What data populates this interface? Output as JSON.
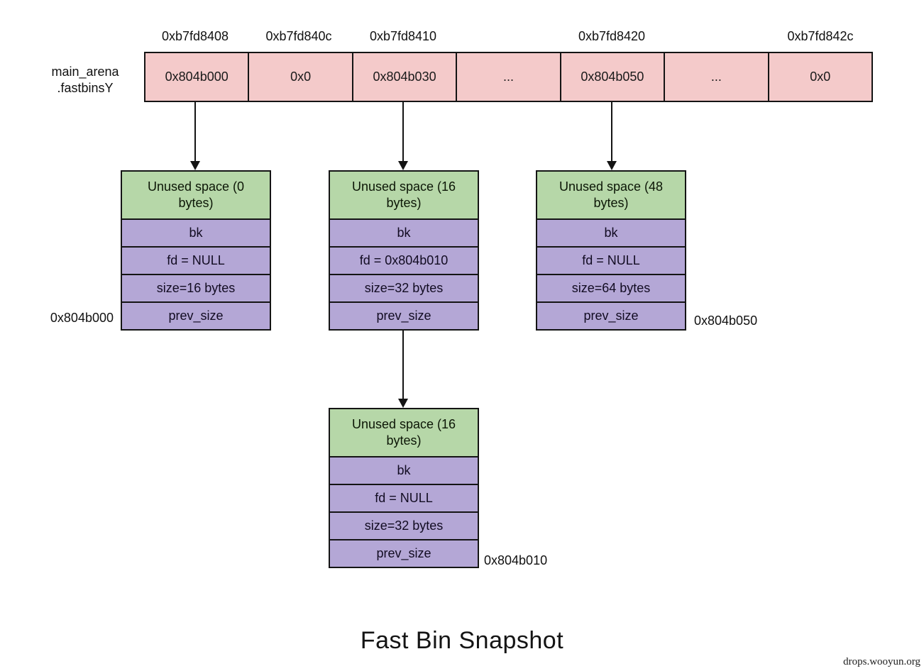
{
  "title": "Fast Bin Snapshot",
  "watermark": "drops.wooyun.org",
  "colors": {
    "cell_pink": "#f4caca",
    "header_green": "#b6d7a8",
    "row_purple": "#b4a7d6",
    "border": "#141414"
  },
  "arena": {
    "label_line1": "main_arena",
    "label_line2": ".fastbinsY",
    "addresses": [
      "0xb7fd8408",
      "0xb7fd840c",
      "0xb7fd8410",
      "0xb7fd8420",
      "0xb7fd842c"
    ],
    "cells": [
      "0x804b000",
      "0x0",
      "0x804b030",
      "...",
      "0x804b050",
      "...",
      "0x0"
    ]
  },
  "chunks": [
    {
      "address_label": "0x804b000",
      "header": "Unused space (0 bytes)",
      "rows": [
        "bk",
        "fd = NULL",
        "size=16 bytes",
        "prev_size"
      ]
    },
    {
      "header": "Unused space (16 bytes)",
      "rows": [
        "bk",
        "fd = 0x804b010",
        "size=32 bytes",
        "prev_size"
      ]
    },
    {
      "address_label": "0x804b050",
      "header": "Unused space (48 bytes)",
      "rows": [
        "bk",
        "fd = NULL",
        "size=64 bytes",
        "prev_size"
      ]
    },
    {
      "address_label": "0x804b010",
      "header": "Unused space (16 bytes)",
      "rows": [
        "bk",
        "fd = NULL",
        "size=32 bytes",
        "prev_size"
      ]
    }
  ]
}
